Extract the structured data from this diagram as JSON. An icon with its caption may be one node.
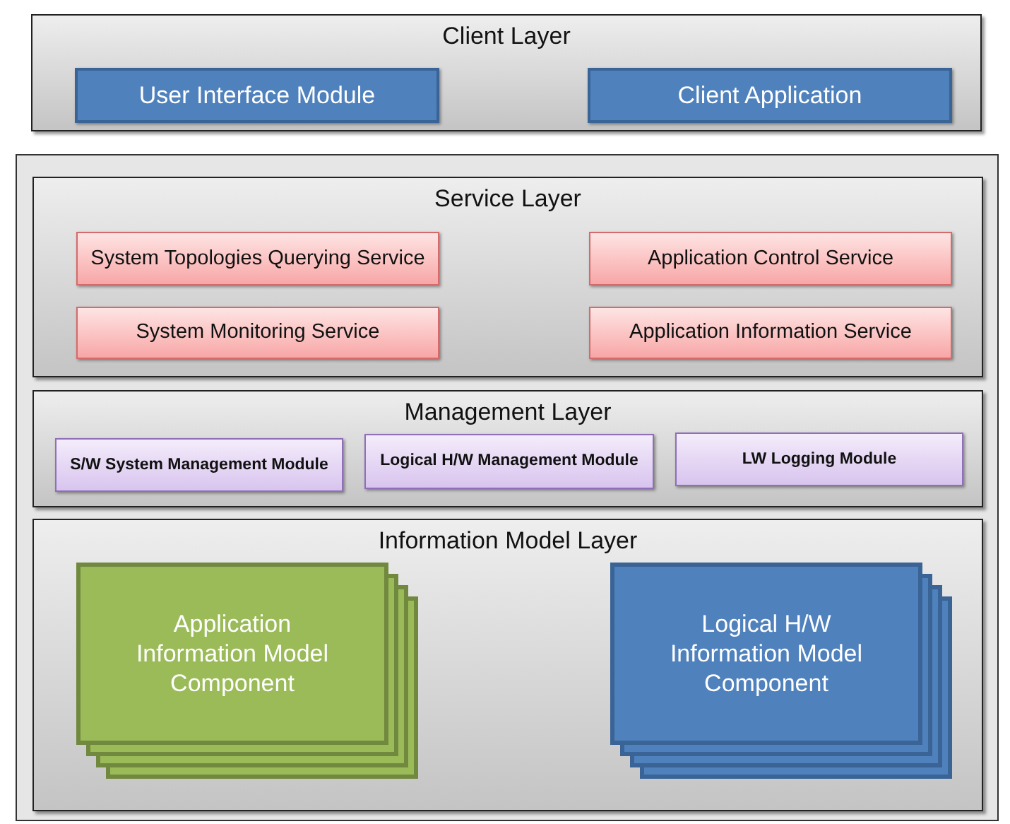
{
  "diagram": {
    "nodes": [
      {
        "text": [
          "Client Layer"
        ]
      },
      {
        "text": [
          "User Interface Module"
        ],
        "in": 0
      },
      {
        "text": [
          "Client Application"
        ],
        "in": 0
      },
      {
        "text": [],
        "shape": "box"
      },
      {
        "text": [
          "Service Layer"
        ],
        "in": 3
      },
      {
        "text": [
          "System Topologies Querying Service"
        ],
        "in": 4
      },
      {
        "text": [
          "Application Control Service"
        ],
        "in": 4
      },
      {
        "text": [
          "System Monitoring Service"
        ],
        "in": 4
      },
      {
        "text": [
          "Application Information Service"
        ],
        "in": 4
      },
      {
        "text": [
          "Management Layer"
        ],
        "in": 3
      },
      {
        "text": [
          "S/W System Management Module"
        ],
        "in": 9
      },
      {
        "text": [
          "Logical H/W Management Module"
        ],
        "in": 9
      },
      {
        "text": [
          "LW Logging Module"
        ],
        "in": 9
      },
      {
        "text": [
          "Information Model Layer"
        ],
        "in": 3
      },
      {
        "text": [
          "Application Information Model Component"
        ],
        "in": 13
      },
      {
        "text": [
          "Logical H/W Information Model Component"
        ],
        "in": 13
      }
    ]
  }
}
